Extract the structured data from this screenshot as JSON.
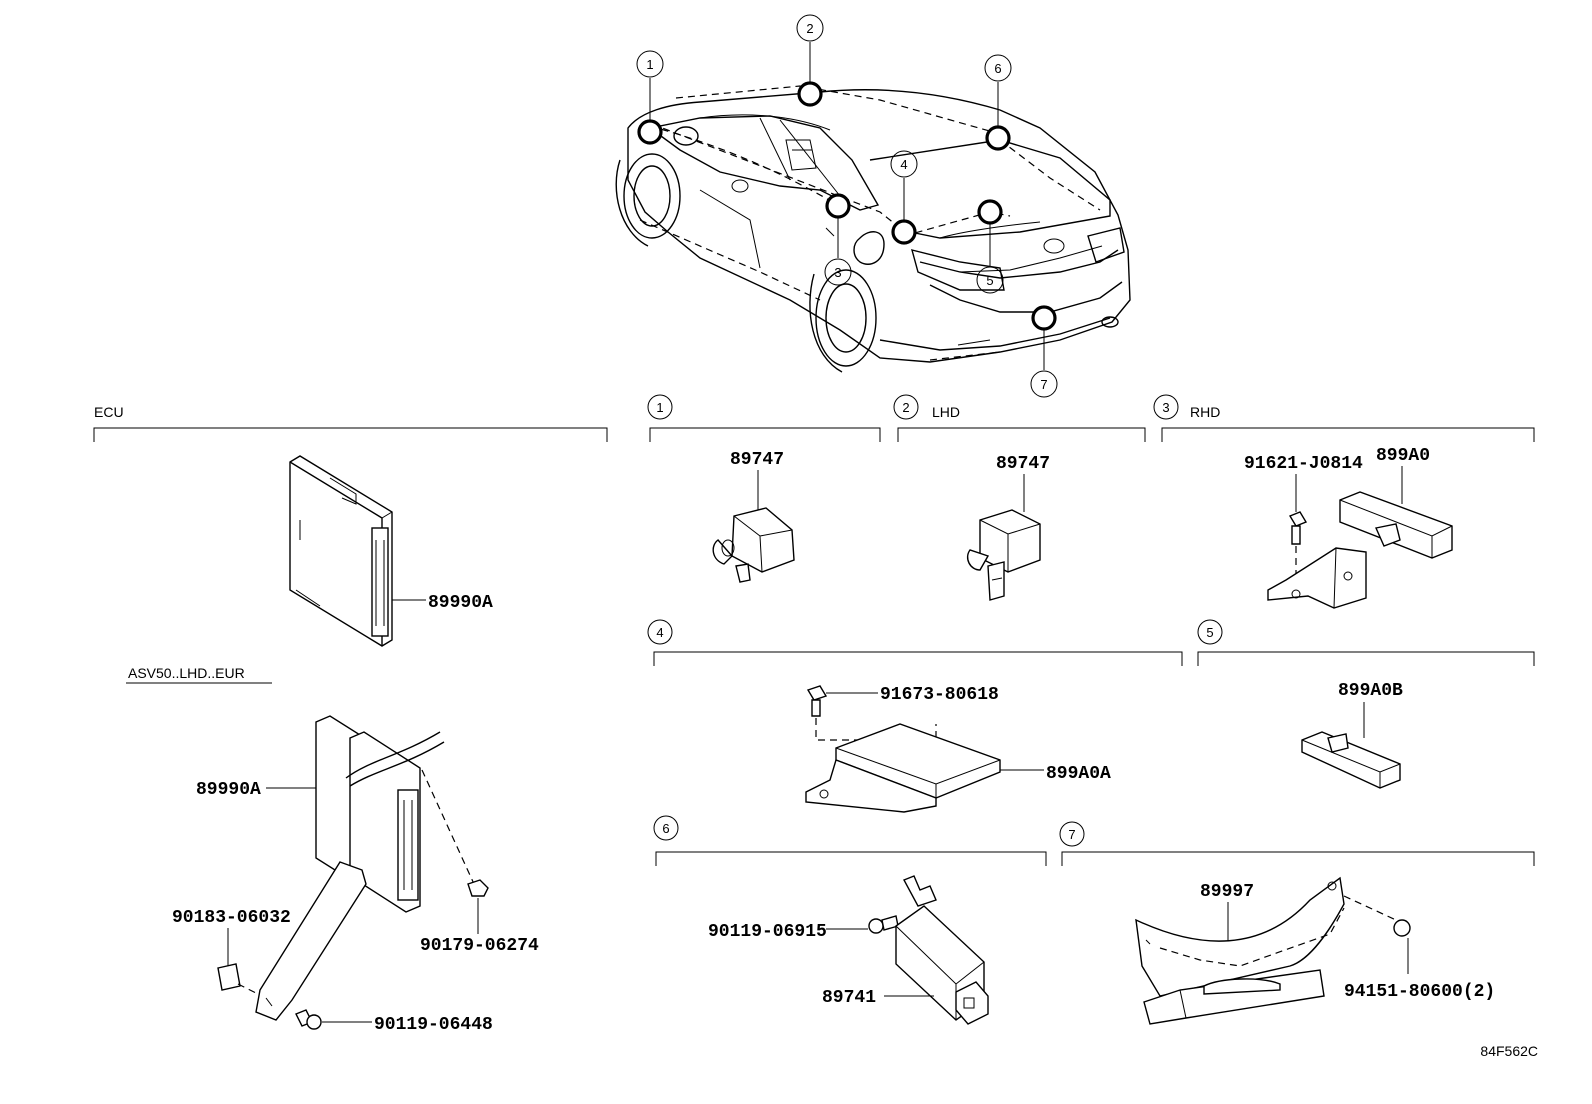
{
  "sections": {
    "ecu": "ECU",
    "s1": "1",
    "s2": "2",
    "s2_tag": "LHD",
    "s3": "3",
    "s3_tag": "RHD",
    "s4": "4",
    "s5": "5",
    "s6": "6",
    "s7": "7"
  },
  "car_callouts": [
    "1",
    "2",
    "3",
    "4",
    "5",
    "6",
    "7"
  ],
  "ecu": {
    "part_top": "89990A",
    "variant": "ASV50..LHD..EUR",
    "part_bottom": "89990A",
    "clip": "90183-06032",
    "grommet": "90179-06274",
    "bolt": "90119-06448"
  },
  "s1": {
    "part": "89747"
  },
  "s2": {
    "part": "89747"
  },
  "s3": {
    "part": "899A0",
    "bolt": "91621-J0814"
  },
  "s4": {
    "part": "899A0A",
    "bolt": "91673-80618"
  },
  "s5": {
    "part": "899A0B"
  },
  "s6": {
    "part": "89741",
    "bolt": "90119-06915"
  },
  "s7": {
    "part": "89997",
    "nut": "94151-80600(2)"
  },
  "diagram_code": "84F562C"
}
